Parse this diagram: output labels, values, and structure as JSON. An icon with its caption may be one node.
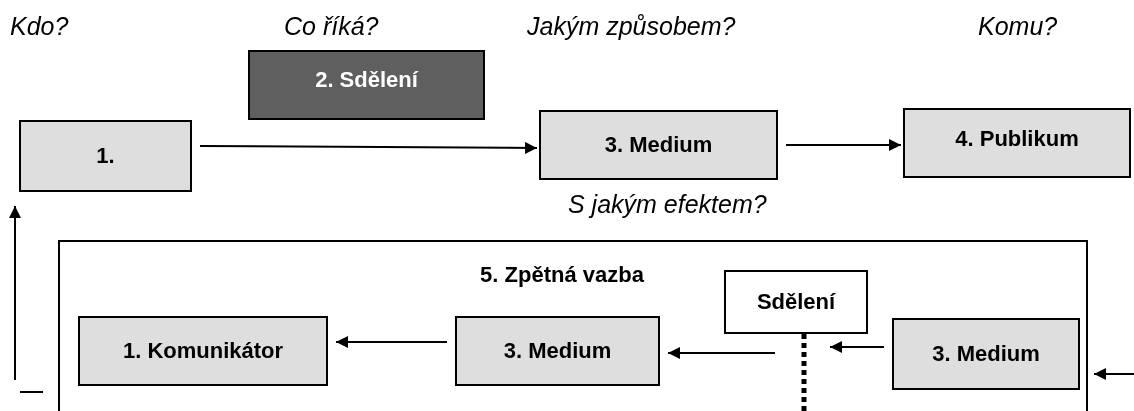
{
  "diagram": {
    "nodes": [
      {
        "text": [
          "1."
        ]
      },
      {
        "text": [
          "2. Sdělení"
        ]
      },
      {
        "text": [
          "3. Medium"
        ]
      },
      {
        "text": [
          "4. Publikum"
        ]
      },
      {
        "text": [
          "5. Zpětná vazba"
        ]
      },
      {
        "text": [
          "1. Komunikátor"
        ],
        "in": 4
      },
      {
        "text": [
          "3. Medium"
        ],
        "in": 4
      },
      {
        "text": [
          "Sdělení"
        ],
        "in": 4
      },
      {
        "text": [
          "3. Medium"
        ],
        "in": 4
      }
    ],
    "edges": [
      {
        "from": 0,
        "to": 2,
        "arrow": "to"
      },
      {
        "from": 2,
        "to": 3,
        "arrow": "to"
      },
      {
        "from": 6,
        "to": 5,
        "arrow": "to"
      },
      {
        "from": null,
        "to": 6,
        "arrow": "to"
      },
      {
        "from": 8,
        "to": 7,
        "arrow": "to"
      },
      {
        "from": null,
        "to": 4,
        "arrow": "to"
      },
      {
        "from": null,
        "to": 0,
        "arrow": "to"
      },
      {
        "from": 7,
        "to": null,
        "arrow": "none",
        "style": "dashed"
      }
    ],
    "labels": [
      "Kdo?",
      "Co říká?",
      "Jakým způsobem?",
      "Komu?",
      "S jakým efektem?"
    ]
  }
}
